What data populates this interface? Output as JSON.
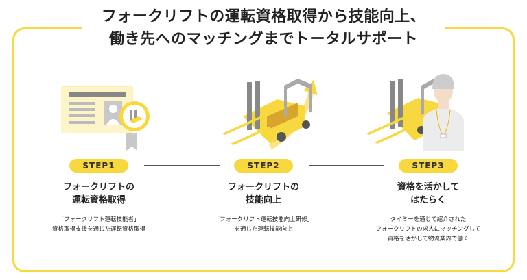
{
  "title": [
    "フォークリフトの運転資格取得から技能向上、",
    "働き先へのマッチングまでトータルサポート"
  ],
  "steps": [
    {
      "badge": "STEP1",
      "heading": [
        "フォークリフトの",
        "運転資格取得"
      ],
      "desc": [
        "「フォークリフト運転技能者」",
        "資格取得支援を通じた運転資格取得"
      ]
    },
    {
      "badge": "STEP2",
      "heading": [
        "フォークリフトの",
        "技能向上"
      ],
      "desc": [
        "「フォークリフト運転技能向上研修」",
        "を通じた運転技能向上"
      ]
    },
    {
      "badge": "STEP3",
      "heading": [
        "資格を活かして",
        "はたらく"
      ],
      "desc": [
        "タイミーを通じて紹介された",
        "フォークリフトの求人にマッチングして",
        "資格を活かして物流業界で働く"
      ]
    }
  ],
  "colors": {
    "accent": "#f7d83e"
  }
}
